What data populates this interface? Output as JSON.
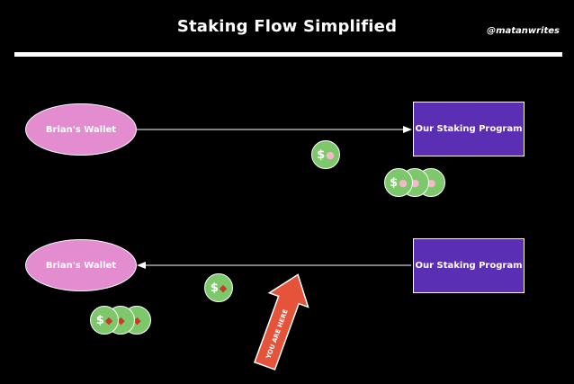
{
  "header": {
    "title": "Staking Flow Simplified",
    "handle": "@matanwrites"
  },
  "flow_top": {
    "source": "Brian's Wallet",
    "target": "Our Staking Program",
    "token_symbol": "$",
    "token_icon": "cow-icon"
  },
  "flow_bottom": {
    "source": "Our Staking Program",
    "target": "Brian's Wallet",
    "token_symbol": "$",
    "token_icon": "steak-icon"
  },
  "callout": {
    "label": "YOU ARE HERE"
  },
  "colors": {
    "background": "#000000",
    "wallet_fill": "#e38ccf",
    "program_fill": "#5b2fb3",
    "coin_fill": "#7cc86b",
    "callout_fill": "#e5533b"
  }
}
